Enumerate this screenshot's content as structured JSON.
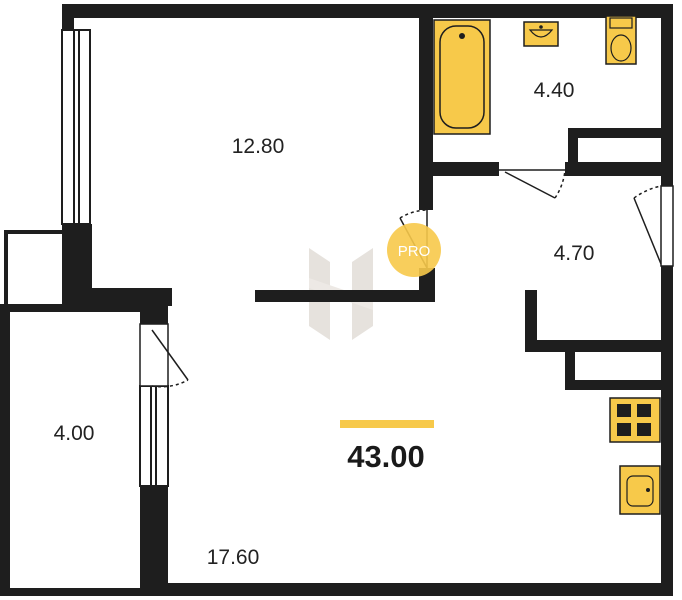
{
  "plan": {
    "total_area": "43.00",
    "rooms": [
      {
        "id": "bedroom",
        "area": "12.80"
      },
      {
        "id": "bathroom",
        "area": "4.40"
      },
      {
        "id": "hall",
        "area": "4.70"
      },
      {
        "id": "balcony",
        "area": "4.00"
      },
      {
        "id": "living-kitchen",
        "area": "17.60"
      }
    ]
  },
  "logo": {
    "text": "PRO"
  },
  "colors": {
    "wall": "#1e1e1e",
    "fixture": "#f7c94a",
    "accent_bar": "#f7c94a",
    "logo_circle": "#f7c94a",
    "watermark": "#c9bfb4"
  }
}
